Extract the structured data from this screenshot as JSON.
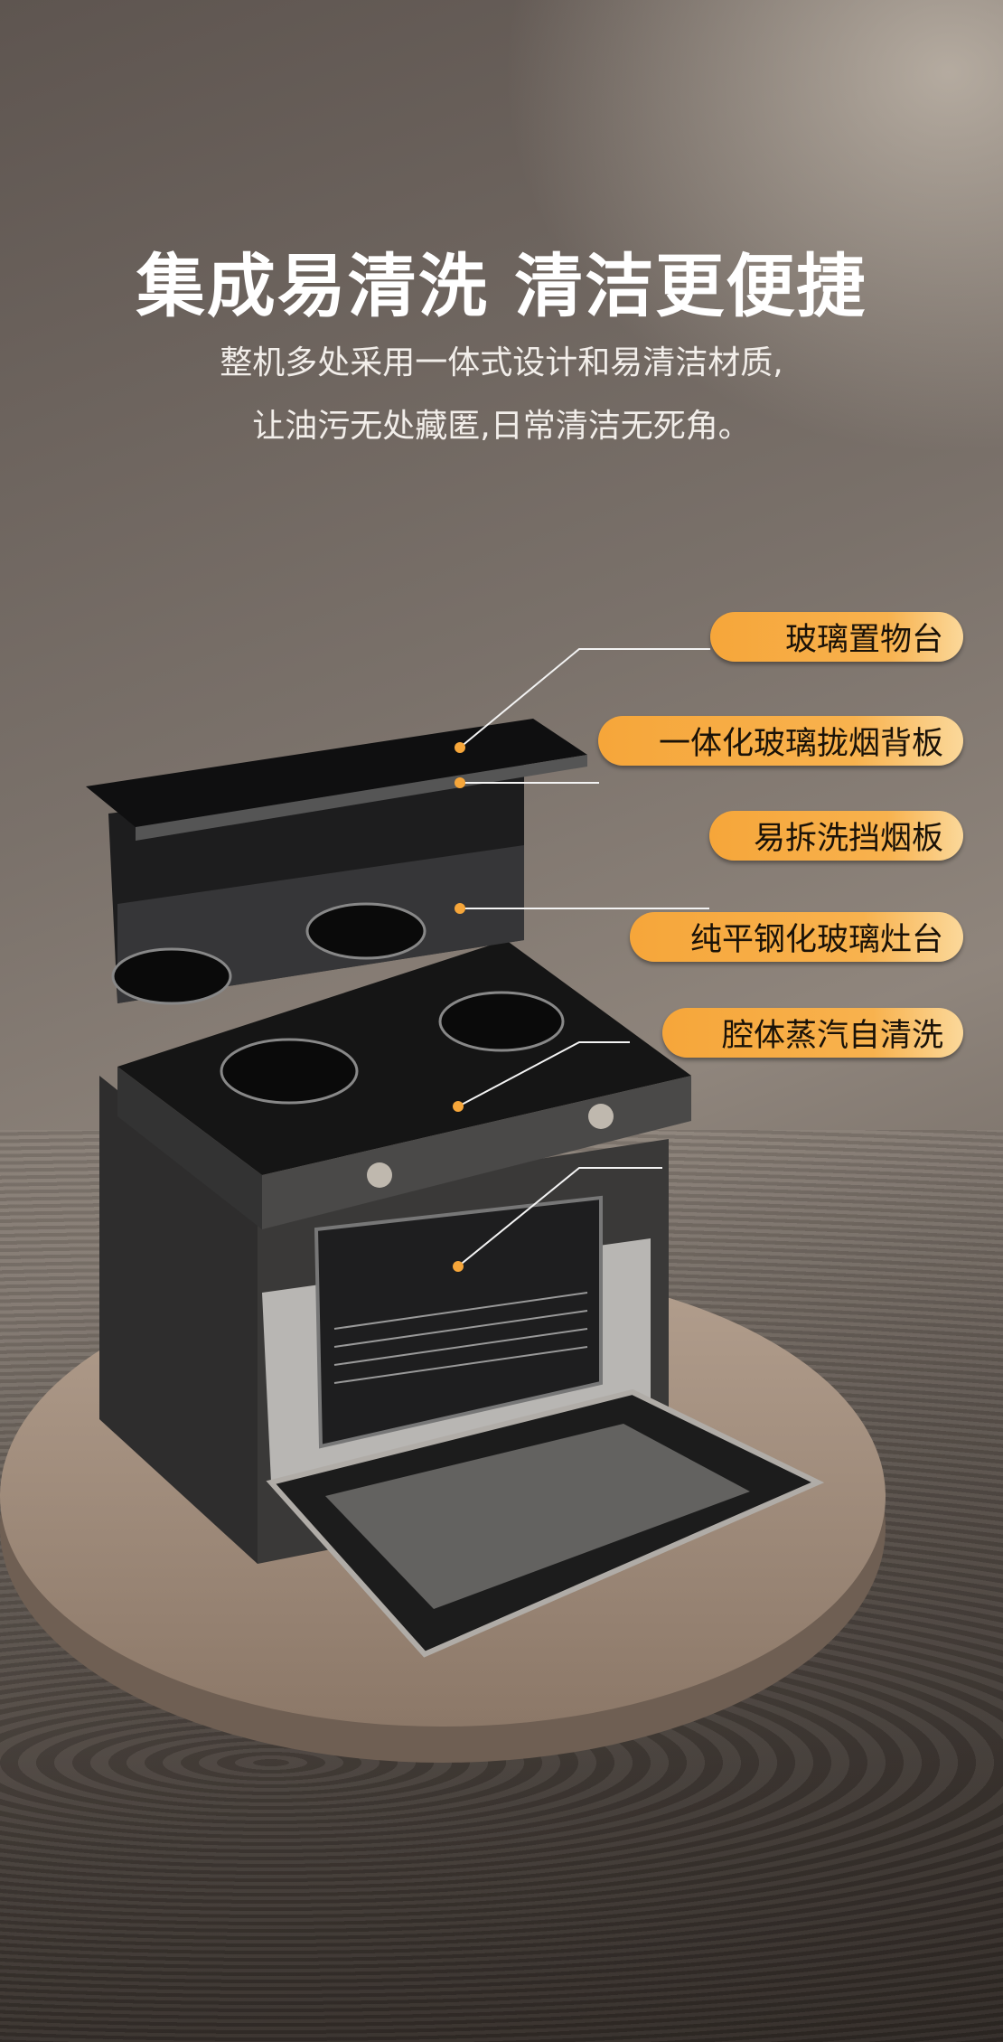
{
  "headline": "集成易清洗  清洁更便捷",
  "description": [
    "整机多处采用一体式设计和易清洁材质,",
    "让油污无处藏匿,日常清洁无死角。"
  ],
  "callouts": [
    "玻璃置物台",
    "一体化玻璃拢烟背板",
    "易拆洗挡烟板",
    "纯平钢化玻璃灶台",
    "腔体蒸汽自清洗"
  ],
  "colors": {
    "accent": "#f6a63a",
    "text": "#ffffff"
  }
}
